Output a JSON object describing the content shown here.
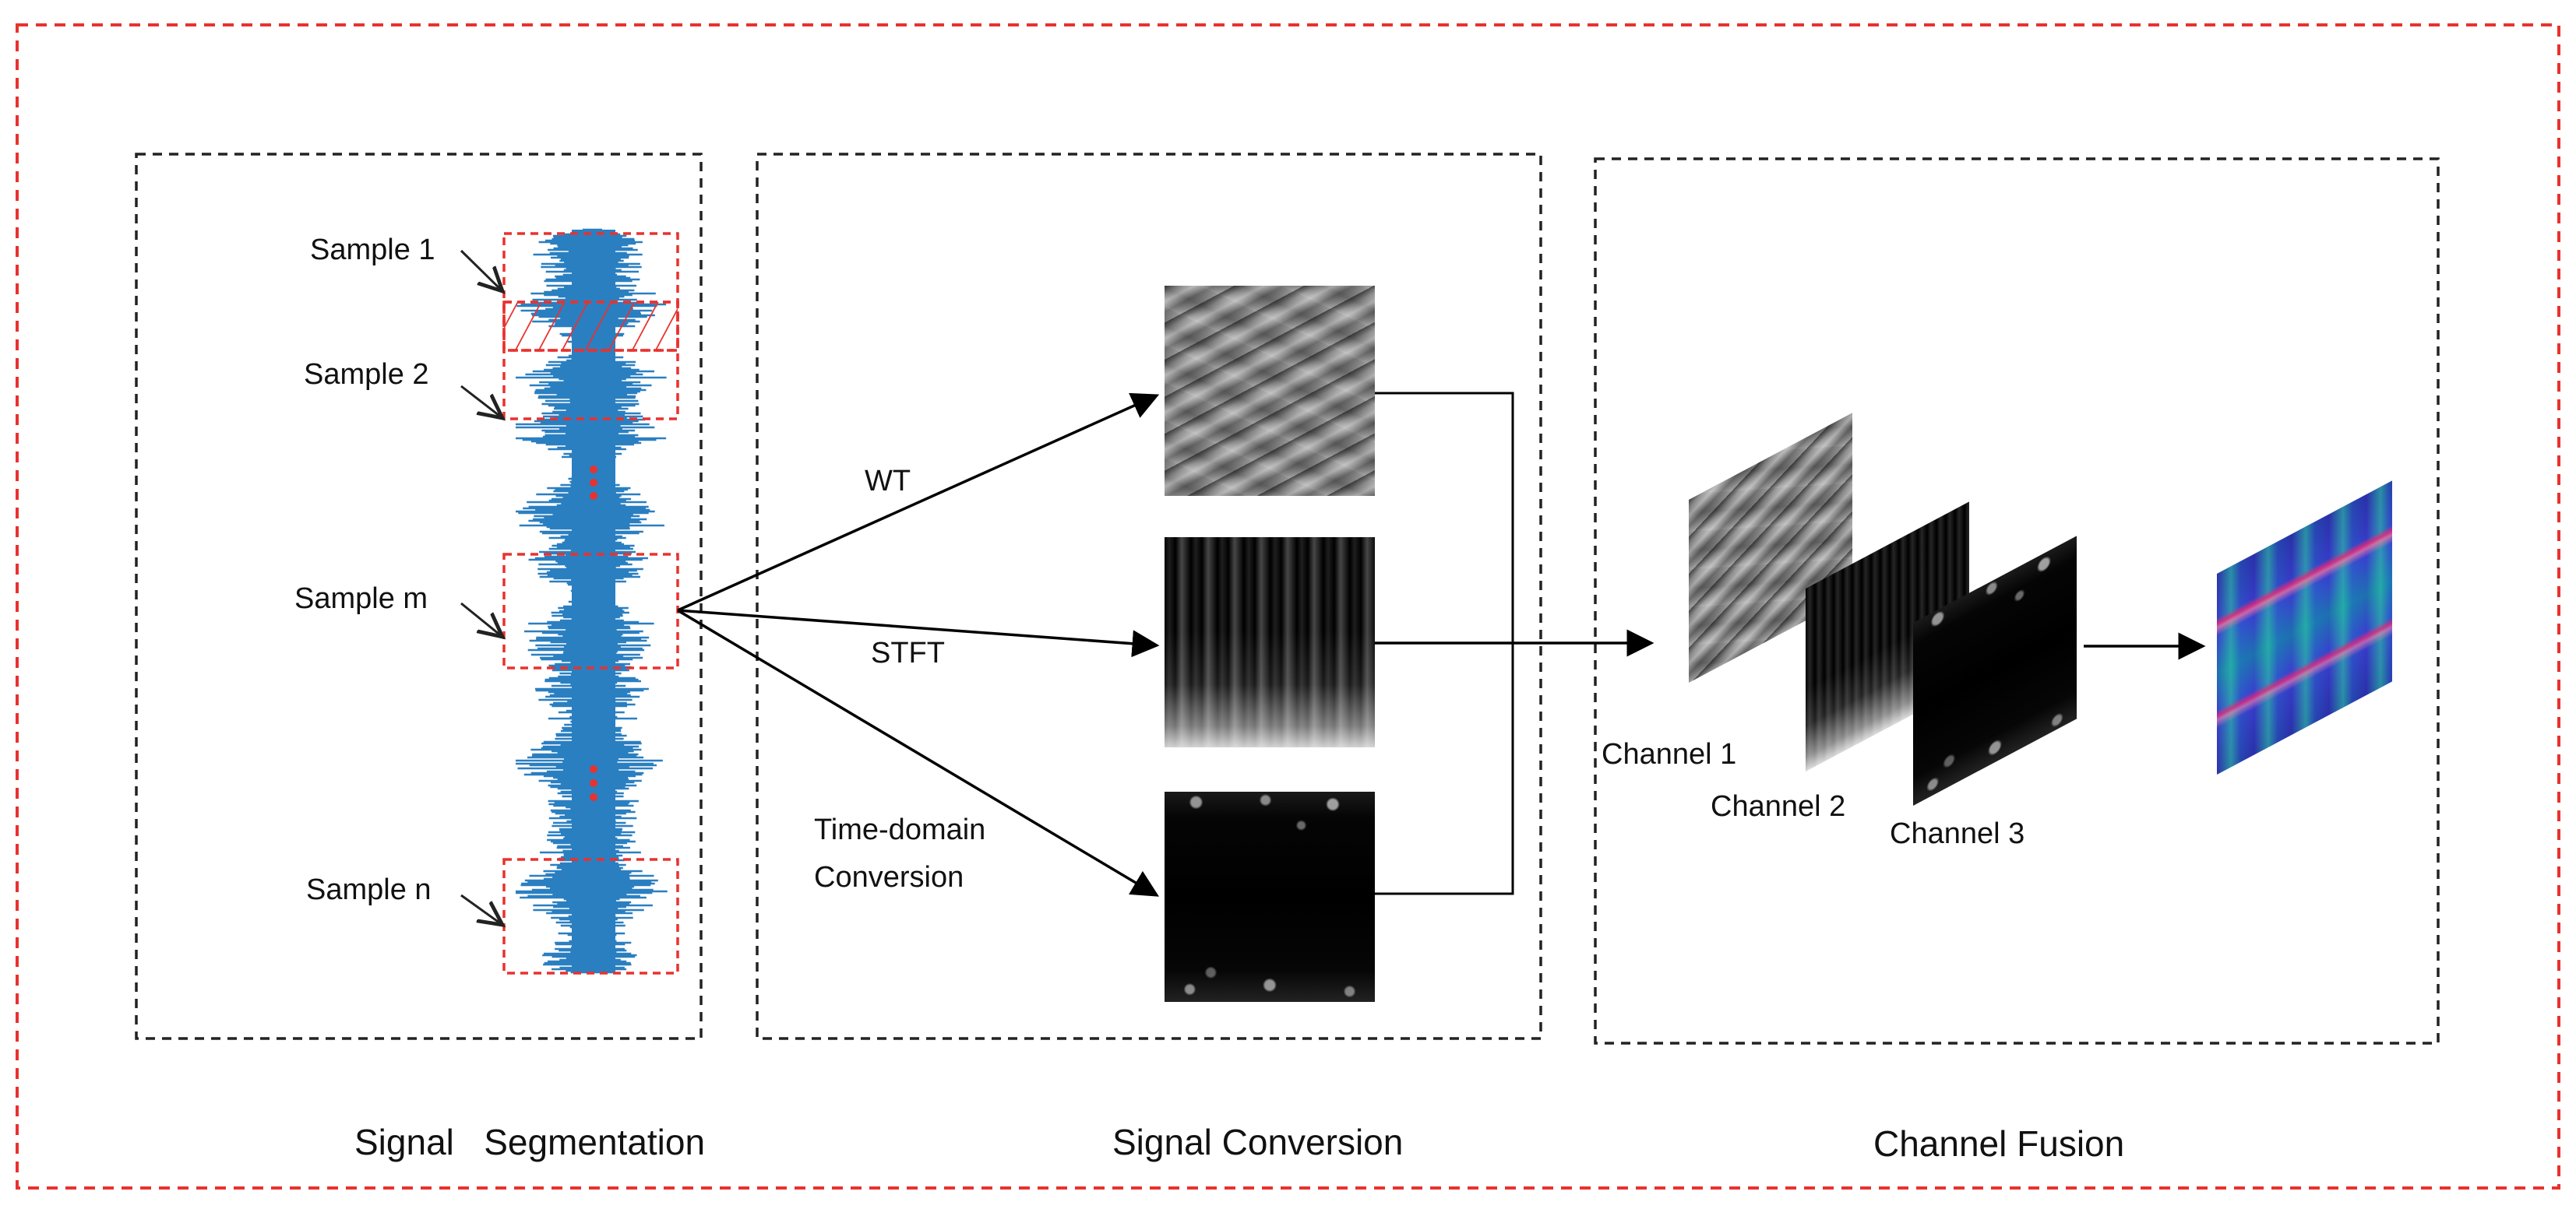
{
  "sections": {
    "segmentation": "Signal   Segmentation",
    "conversion": "Signal Conversion",
    "fusion": "Channel Fusion"
  },
  "samples": [
    "Sample 1",
    "Sample 2",
    "Sample m",
    "Sample n"
  ],
  "methods": {
    "wt": "WT",
    "stft": "STFT",
    "td_line1": "Time-domain",
    "td_line2": "Conversion"
  },
  "channels": [
    "Channel 1",
    "Channel 2",
    "Channel 3"
  ],
  "colors": {
    "outer_border": "#e8322f",
    "inner_border": "#222222",
    "signal": "#2a7fc1",
    "window": "#e8322f",
    "arrow": "#000000"
  }
}
